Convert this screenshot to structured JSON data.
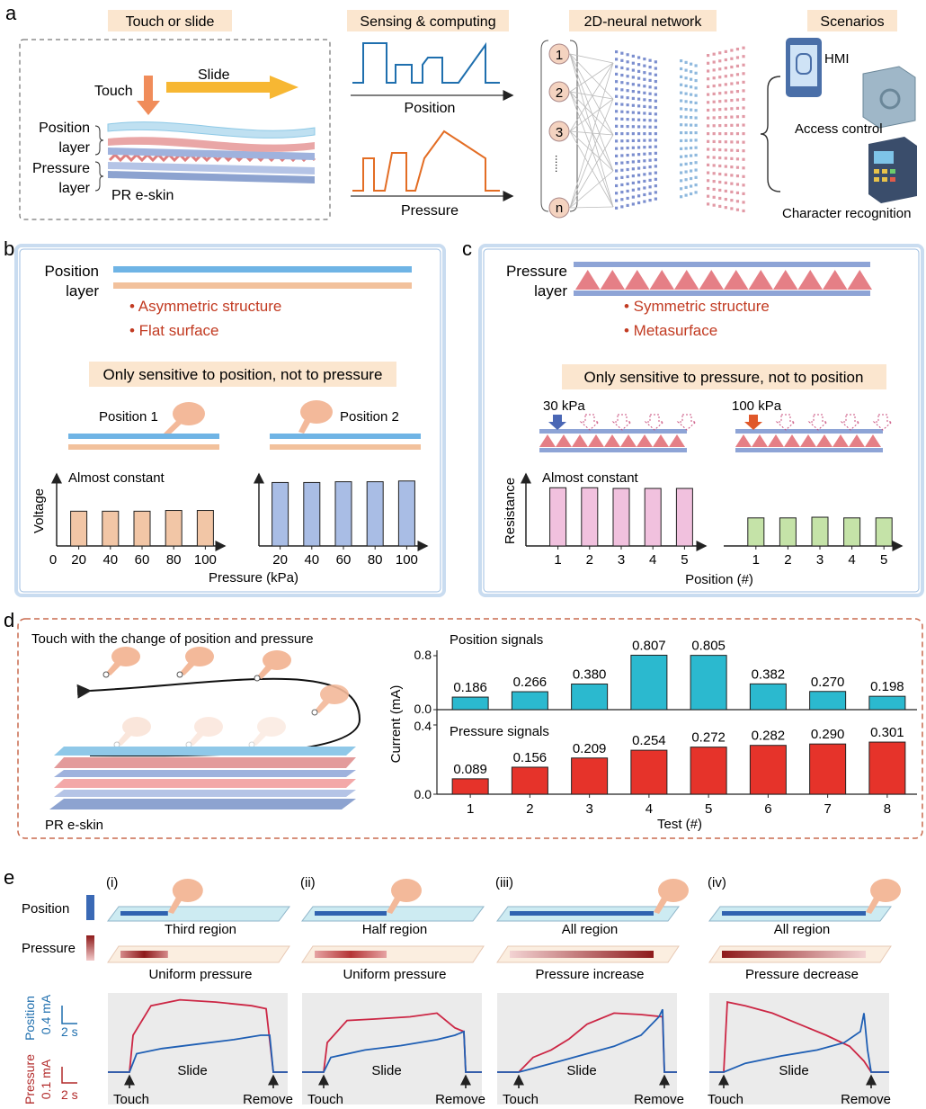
{
  "panels": {
    "a": {
      "letter": "a",
      "headers": [
        "Touch or slide",
        "Sensing & computing",
        "2D-neural network",
        "Scenarios"
      ],
      "touch": "Touch",
      "slide": "Slide",
      "position_layer": [
        "Position",
        "layer"
      ],
      "pressure_layer": [
        "Pressure",
        "layer"
      ],
      "skin": "PR e-skin",
      "signal_position": "Position",
      "signal_pressure": "Pressure",
      "nodes": [
        "1",
        "2",
        "3",
        "......",
        "n"
      ],
      "hmi": "HMI",
      "access": "Access control",
      "character": "Character recognition"
    },
    "b": {
      "letter": "b",
      "layer": [
        "Position",
        "layer"
      ],
      "bullets": [
        "• Asymmetric structure",
        "• Flat surface"
      ],
      "banner": "Only sensitive to position, not to pressure",
      "pos1": "Position 1",
      "pos2": "Position 2",
      "note": "Almost constant",
      "ylabel": "Voltage",
      "xlabel": "Pressure (kPa)",
      "zero": "0"
    },
    "c": {
      "letter": "c",
      "layer": [
        "Pressure",
        "layer"
      ],
      "bullets": [
        "• Symmetric structure",
        "• Metasurface"
      ],
      "banner": "Only sensitive to pressure, not to position",
      "p30": "30 kPa",
      "p100": "100 kPa",
      "note": "Almost constant",
      "ylabel": "Resistance",
      "xlabel": "Position (#)"
    },
    "d": {
      "letter": "d",
      "title": "Touch with the change of position and pressure",
      "skin": "PR e-skin",
      "top_label": "Position signals",
      "bottom_label": "Pressure signals",
      "ylabel": "Current (mA)",
      "xlabel": "Test (#)",
      "top_ticks": [
        "0.8",
        "0.0"
      ],
      "bottom_ticks": [
        "0.4",
        "0.0"
      ]
    },
    "e": {
      "letter": "e",
      "legend_position": "Position",
      "legend_pressure": "Pressure",
      "cases": [
        {
          "roman": "(i)",
          "pos_label": "Third region",
          "pre_label": "Uniform pressure",
          "pos_fill": 0.33,
          "pressure_mode": "uniform"
        },
        {
          "roman": "(ii)",
          "pos_label": "Half region",
          "pre_label": "Uniform pressure",
          "pos_fill": 0.5,
          "pressure_mode": "uniform"
        },
        {
          "roman": "(iii)",
          "pos_label": "All region",
          "pre_label": "Pressure increase",
          "pos_fill": 1.0,
          "pressure_mode": "increase"
        },
        {
          "roman": "(iv)",
          "pos_label": "All region",
          "pre_label": "Pressure decrease",
          "pos_fill": 1.0,
          "pressure_mode": "decrease"
        }
      ],
      "trace_labels": {
        "touch": "Touch",
        "slide": "Slide",
        "remove": "Remove"
      },
      "scale_position": [
        "Position",
        "0.4 mA",
        "2 s"
      ],
      "scale_pressure": [
        "Pressure",
        "0.1 mA",
        "2 s"
      ]
    }
  },
  "chart_data": [
    {
      "type": "bar",
      "title": "",
      "series": [
        {
          "categories": [
            "20",
            "40",
            "60",
            "80",
            "100"
          ],
          "values": [
            0.46,
            0.46,
            0.46,
            0.47,
            0.47
          ],
          "color": "#f2c6a6"
        },
        {
          "categories": [
            "20",
            "40",
            "60",
            "80",
            "100"
          ],
          "values": [
            0.84,
            0.84,
            0.85,
            0.85,
            0.86
          ],
          "color": "#a9bde5"
        }
      ],
      "xlabel": "Pressure (kPa)",
      "ylabel": "Voltage"
    },
    {
      "type": "bar",
      "title": "",
      "series": [
        {
          "categories": [
            "1",
            "2",
            "3",
            "4",
            "5"
          ],
          "values": [
            0.83,
            0.83,
            0.82,
            0.82,
            0.82
          ],
          "color": "#f1c1de"
        },
        {
          "categories": [
            "1",
            "2",
            "3",
            "4",
            "5"
          ],
          "values": [
            0.4,
            0.4,
            0.41,
            0.4,
            0.4
          ],
          "color": "#c5e3a8"
        }
      ],
      "xlabel": "Position (#)",
      "ylabel": "Resistance"
    },
    {
      "type": "bar",
      "categories": [
        "1",
        "2",
        "3",
        "4",
        "5",
        "6",
        "7",
        "8"
      ],
      "series": [
        {
          "name": "Position signals",
          "values": [
            0.186,
            0.266,
            0.38,
            0.807,
            0.805,
            0.382,
            0.27,
            0.198
          ],
          "color": "#2bb9cf"
        },
        {
          "name": "Pressure signals",
          "values": [
            0.089,
            0.156,
            0.209,
            0.254,
            0.272,
            0.282,
            0.29,
            0.301
          ],
          "color": "#e6332a"
        }
      ],
      "xlabel": "Test (#)",
      "ylabel": "Current (mA)",
      "ylim_top": [
        0,
        0.8
      ],
      "ylim_bottom": [
        0,
        0.4
      ]
    }
  ]
}
